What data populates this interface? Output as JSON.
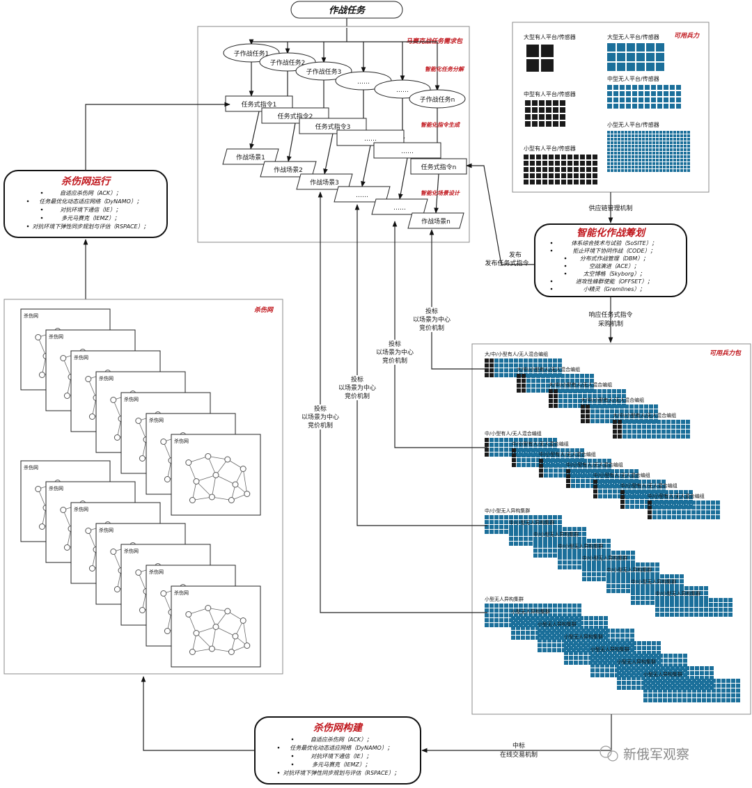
{
  "top_title": "作战任务",
  "mosaic_panel": {
    "label": "马赛克战任务需求包",
    "subtasks": [
      "子作战任务1",
      "子作战任务2",
      "子作战任务3",
      "……",
      "……",
      "子作战任务n"
    ],
    "orders": [
      "任务式指令1",
      "任务式指令2",
      "任务式指令3",
      "……",
      "……",
      "任务式指令n"
    ],
    "scenes": [
      "作战场景1",
      "作战场景2",
      "作战场景3",
      "……",
      "……",
      "作战场景n"
    ],
    "step_labels": [
      "智能化任务分解",
      "智能化指令生成",
      "智能化场景设计"
    ]
  },
  "forces_panel": {
    "label": "可用兵力",
    "categories": [
      "大型有人平台/传感器",
      "大型无人平台/传感器",
      "中型有人平台/传感器",
      "中型无人平台/传感器",
      "小型有人平台/传感器",
      "小型无人平台/传感器"
    ]
  },
  "supply_label": "供应链管理机制",
  "planning": {
    "title": "智能化作战筹划",
    "items": [
      "体系综合技术与试验（SoSITE）；",
      "拒止环境下协同作战（CODE）；",
      "分布式作战管理（DBM）；",
      "空战演进（ACE）；",
      "太空博格（Skyborg）；",
      "进攻性蜂群使能（OFFSET）；",
      "小精灵（Gremlines）；"
    ]
  },
  "publish_label": [
    "发布",
    "发布任务式指令"
  ],
  "response_label": [
    "响应任务式指令",
    "采购机制"
  ],
  "killweb_run": {
    "title": "杀伤网运行",
    "items": [
      "自适应杀伤网（ACK）；",
      "任务最优化动态适应网络（DyNAMO）；",
      "对抗环境下通信（IE）；",
      "多元马赛克（IEMZ）；",
      "对抗环境下弹性同步规划与评估（RSPACE）；"
    ]
  },
  "killweb_panel": {
    "label": "杀伤网",
    "card_label": "杀伤网"
  },
  "bids": [
    [
      "投标",
      "以场景为中心",
      "竞价机制"
    ],
    [
      "投标",
      "以场景为中心",
      "竞价机制"
    ],
    [
      "投标",
      "以场景为中心",
      "竞价机制"
    ],
    [
      "投标",
      "以场景为中心",
      "竞价机制"
    ]
  ],
  "force_pack": {
    "label": "可用兵力包",
    "group1": [
      "大/中/小型有人/无人混合编组",
      "大/中/小型有人/无人混合编组",
      "大/中/小型有人/无人混合编组",
      "大/中/小型有人/无人混合编组",
      "大/中/小型有人/无人混合编组"
    ],
    "group2": [
      "中/小型有人/无人混合编组",
      "中/小型有人/无人混合编组",
      "中/小型有人/无人混合编组",
      "中/小型有人/无人混合编组",
      "中/小型有人/无人混合编组",
      "中/小型有人/无人混合编组",
      "中/小型有人/无人混合编组"
    ],
    "group3": [
      "中/小型无人异构集群",
      "中/小型无人异构集群",
      "中/小型无人异构集群",
      "中/小型无人异构集群",
      "中/小型无人异构集群",
      "中/小型无人异构集群",
      "中/小型无人异构集群",
      "中/小型无人异构集群"
    ],
    "group4": [
      "小型无人异构集群",
      "小型无人异构集群",
      "小型无人异构集群",
      "小型无人异构集群",
      "小型无人异构集群",
      "小型无人异构集群",
      "小型无人异构集群"
    ]
  },
  "killweb_build": {
    "title": "杀伤网构建",
    "items": [
      "自适应杀伤网（ACK）；",
      "任务最优化动态适应网络（DyNAMO）；",
      "对抗环境下通信（IE）；",
      "多元马赛克（IEMZ）；",
      "对抗环境下弹性同步规划与评估（RSPACE）；"
    ]
  },
  "award_label": [
    "中标",
    "在线交易机制"
  ],
  "watermark": "新俄军观察",
  "colors": {
    "accent_red": "#c0161c",
    "tile_blue": "#1b6f9a",
    "tile_black": "#1a1a1a"
  }
}
